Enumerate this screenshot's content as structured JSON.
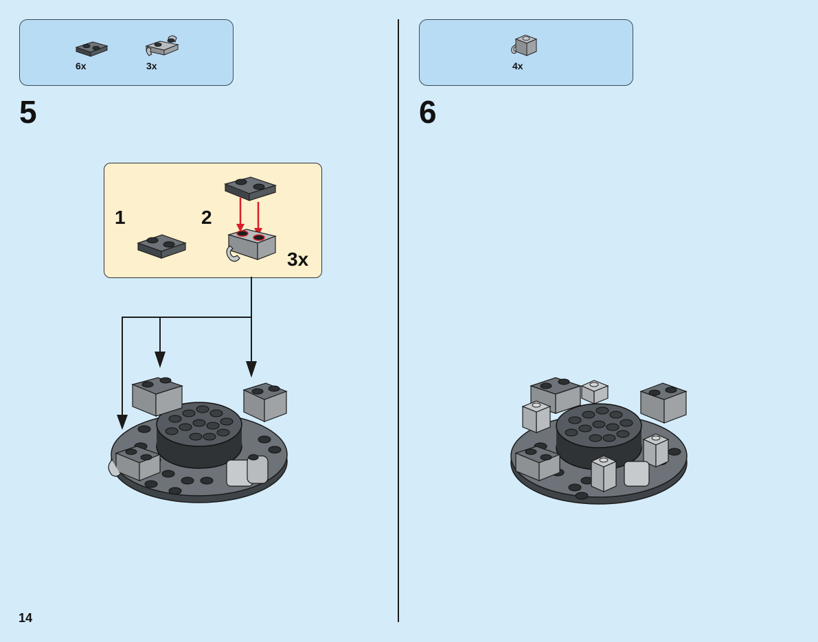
{
  "page_number": "14",
  "step5": {
    "number": "5",
    "parts": [
      {
        "icon": "dark-gray-plate-1x2-icon",
        "qty": "6x"
      },
      {
        "icon": "light-gray-plate-with-clip-icon",
        "qty": "3x"
      }
    ],
    "subassembly": {
      "sub_step_1": "1",
      "sub_step_2": "2",
      "multiplier": "3x"
    }
  },
  "step6": {
    "number": "6",
    "parts": [
      {
        "icon": "light-gray-brick-with-clip-icon",
        "qty": "4x"
      }
    ]
  },
  "colors": {
    "background": "#d4ecfa",
    "parts_box": "#b9dcf5",
    "subassembly_box": "#fdf0cc",
    "arrow_red": "#d81e28",
    "dark_gray": "#555b60",
    "light_gray": "#a9adb0"
  }
}
